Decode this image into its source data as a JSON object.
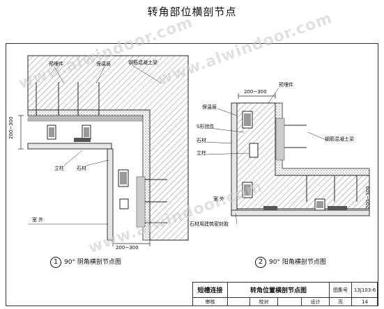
{
  "page": {
    "title": "转角部位横剖节点"
  },
  "watermarks": [
    "www.alwindoor.com",
    "www.alwindoor.com",
    "www.alwindoor.com"
  ],
  "left_detail": {
    "labels": {
      "embed": "预埋件",
      "insulation": "保温层",
      "concrete_beam": "钢筋混凝土梁",
      "dim_vertical": "200~300",
      "dim_horizontal": "200~300",
      "column": "立柱",
      "stone": "石材",
      "outdoor": "室 外"
    },
    "caption": {
      "number": "1",
      "text": "90° 阴角横剖节点图"
    }
  },
  "right_detail": {
    "labels": {
      "dim_top": "200~300",
      "embed": "预埋件",
      "insulation": "保温层",
      "s_hook": "S形挂件",
      "concrete_beam": "钢筋混凝土梁",
      "stone": "石材",
      "column": "立柱",
      "outdoor": "室 外",
      "sealant": "石材用建筑密封胶",
      "dim_right": "200~300"
    },
    "caption": {
      "number": "2",
      "text": "90° 阳角横剖节点图"
    }
  },
  "title_block": {
    "series": "短槽连接",
    "sheet_title": "转角位置横剖节点图",
    "atlas_label": "图集号",
    "atlas_no": "13J103-6",
    "review": "审核",
    "check": "校对",
    "design": "设计",
    "page_label": "页",
    "page_no": "14"
  }
}
